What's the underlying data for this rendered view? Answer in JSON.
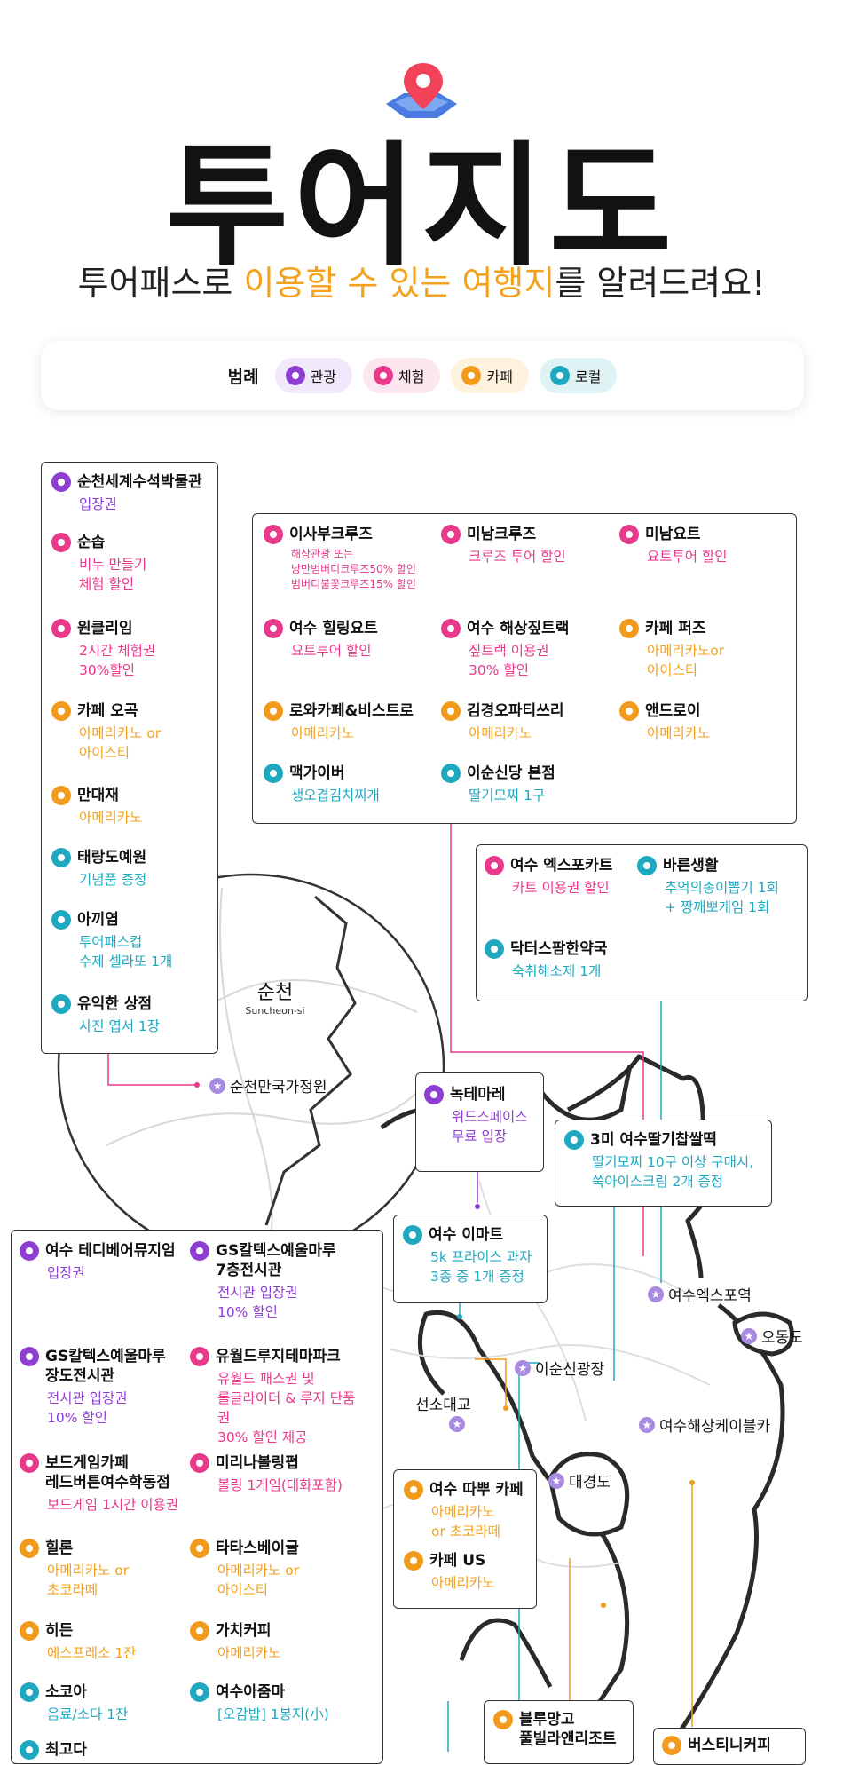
{
  "colors": {
    "tour": "#8E3FD1",
    "experience": "#E8398A",
    "cafe": "#F29A1B",
    "local": "#1FA9C0",
    "tour_bg": "#F1E9FB",
    "experience_bg": "#FCE6EF",
    "cafe_bg": "#FEF1DE",
    "local_bg": "#DFF3F5",
    "orange_text": "#F4A21E"
  },
  "hero": {
    "title": "투어지도",
    "subtitle_a": "투어패스로 ",
    "subtitle_hl": "이용할 수 있는 여행지",
    "subtitle_b": "를 알려드려요!",
    "icon": "map-pin-icon"
  },
  "legend": {
    "title": "범례",
    "items": [
      {
        "label": "관광",
        "cat": "tour"
      },
      {
        "label": "체험",
        "cat": "experience"
      },
      {
        "label": "카페",
        "cat": "cafe"
      },
      {
        "label": "로컬",
        "cat": "local"
      }
    ]
  },
  "city": {
    "name": "순천",
    "name_en": "Suncheon-si"
  },
  "places": [
    {
      "name": "순천만국가정원"
    },
    {
      "name": "여수엑스포역"
    },
    {
      "name": "오동도"
    },
    {
      "name": "이순신광장"
    },
    {
      "name": "선소대교"
    },
    {
      "name": "여수해상케이블카"
    },
    {
      "name": "대경도"
    }
  ],
  "cards": {
    "suncheon": [
      {
        "name": "순천세계수석박물관",
        "benefit": "입장권",
        "cat": "tour"
      },
      {
        "name": "순솝",
        "benefit": "비누 만들기\n체험 할인",
        "cat": "experience"
      },
      {
        "name": "원클리임",
        "benefit": "2시간 체험권\n30%할인",
        "cat": "experience"
      },
      {
        "name": "카페 오곡",
        "benefit": "아메리카노 or\n아이스티",
        "cat": "cafe"
      },
      {
        "name": "만대재",
        "benefit": "아메리카노",
        "cat": "cafe"
      },
      {
        "name": "태랑도예원",
        "benefit": "기념품 증정",
        "cat": "local"
      },
      {
        "name": "아끼염",
        "benefit": "투어패스컵\n수제 셀라또 1개",
        "cat": "local"
      },
      {
        "name": "유익한 상점",
        "benefit": "사진 엽서 1장",
        "cat": "local"
      }
    ],
    "marina": [
      {
        "name": "이사부크루즈",
        "benefit": "해상관광 또는\n낭만범버디크루즈50% 할인\n범버디불꽃크루즈15% 할인",
        "cat": "experience",
        "small": true
      },
      {
        "name": "미남크루즈",
        "benefit": "크루즈 투어 할인",
        "cat": "experience"
      },
      {
        "name": "미남요트",
        "benefit": "요트투어 할인",
        "cat": "experience"
      },
      {
        "name": "여수 힐링요트",
        "benefit": "요트투어 할인",
        "cat": "experience"
      },
      {
        "name": "여수 해상짚트랙",
        "benefit": "짚트랙 이용권\n30% 할인",
        "cat": "experience"
      },
      {
        "name": "카페 퍼즈",
        "benefit": "아메리카노or\n아이스티",
        "cat": "cafe"
      },
      {
        "name": "로와카페&비스트로",
        "benefit": "아메리카노",
        "cat": "cafe"
      },
      {
        "name": "김경오파티쓰리",
        "benefit": "아메리카노",
        "cat": "cafe"
      },
      {
        "name": "앤드로이",
        "benefit": "아메리카노",
        "cat": "cafe"
      },
      {
        "name": "맥가이버",
        "benefit": "생오겹김치찌개",
        "cat": "local"
      },
      {
        "name": "이순신당 본점",
        "benefit": "딸기모찌 1구",
        "cat": "local"
      }
    ],
    "expo": [
      {
        "name": "여수 엑스포카트",
        "benefit": "카트 이용권 할인",
        "cat": "experience"
      },
      {
        "name": "바른생활",
        "benefit": "추억의종이뽑기 1회\n+ 짱깨뽀게임 1회",
        "cat": "local"
      },
      {
        "name": "닥터스팜한약국",
        "benefit": "숙취해소제 1개",
        "cat": "local"
      }
    ],
    "noktemare": {
      "name": "녹테마레",
      "benefit": "위드스페이스\n무료 입장",
      "cat": "tour"
    },
    "strawberry": {
      "name": "3미 여수딸기찹쌀떡",
      "benefit": "딸기모찌 10구 이상 구매시,\n쑥아이스크림 2개 증정",
      "cat": "local"
    },
    "emart": {
      "name": "여수 이마트",
      "benefit": "5k 프라이스 과자\n3종 중 1개 증정",
      "cat": "local"
    },
    "cafes": [
      {
        "name": "여수 따뿌 카페",
        "benefit": "아메리카노\nor 초코라떼",
        "cat": "cafe"
      },
      {
        "name": "카페 US",
        "benefit": "아메리카노",
        "cat": "cafe"
      }
    ],
    "yeosu": [
      {
        "name": "여수 테디베어뮤지엄",
        "benefit": "입장권",
        "cat": "tour"
      },
      {
        "name": "GS칼텍스예울마루\n7층전시관",
        "benefit": "전시관 입장권\n10% 할인",
        "cat": "tour"
      },
      {
        "name": "GS칼텍스예울마루\n장도전시관",
        "benefit": "전시관 입장권\n10% 할인",
        "cat": "tour"
      },
      {
        "name": "유월드루지테마파크",
        "benefit": "유월드 패스권 및\n롤글라이더 & 루지 단품권\n30% 할인 제공",
        "cat": "experience"
      },
      {
        "name": "보드게임카페\n레드버튼여수학동점",
        "benefit": "보드게임 1시간 이용권",
        "cat": "experience"
      },
      {
        "name": "미리나볼링펍",
        "benefit": "볼링 1게임(대화포함)",
        "cat": "experience"
      },
      {
        "name": "힐론",
        "benefit": "아메리카노 or\n초코라떼",
        "cat": "cafe"
      },
      {
        "name": "타타스베이글",
        "benefit": "아메리카노 or\n아이스티",
        "cat": "cafe"
      },
      {
        "name": "히든",
        "benefit": "에스프레소 1잔",
        "cat": "cafe"
      },
      {
        "name": "가치커피",
        "benefit": "아메리카노",
        "cat": "cafe"
      },
      {
        "name": "소코아",
        "benefit": "음료/소다 1잔",
        "cat": "local"
      },
      {
        "name": "여수아줌마",
        "benefit": "[오감밥] 1봉지(小)",
        "cat": "local"
      },
      {
        "name": "최고다",
        "benefit": "",
        "cat": "local"
      }
    ],
    "bluemango": {
      "name": "블루망고\n풀빌라앤리조트",
      "benefit": "",
      "cat": "cafe"
    },
    "busan": {
      "name": "버스티니커피",
      "benefit": "",
      "cat": "cafe"
    }
  }
}
